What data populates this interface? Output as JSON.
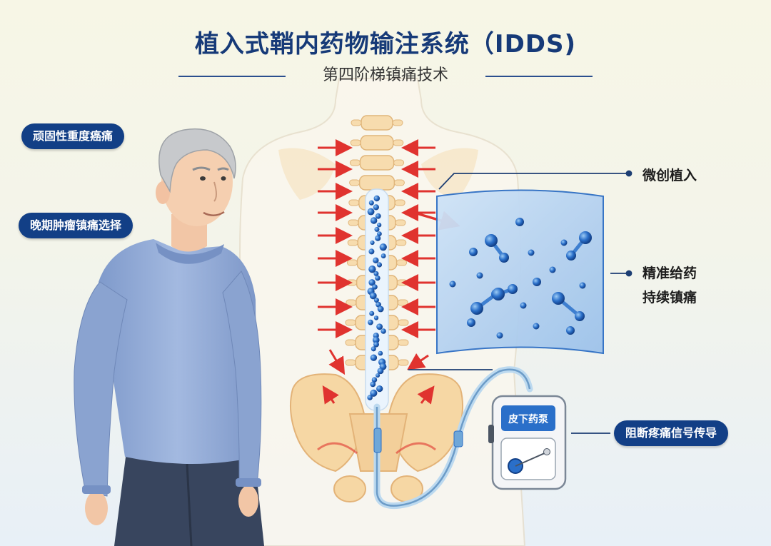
{
  "title": "植入式鞘内药物输注系统（IDDS)",
  "subtitle": "第四阶梯镇痛技术",
  "tags": {
    "refractory_pain": "顽固性重度癌痛",
    "late_stage": "晚期肿瘤镇痛选择",
    "block_signal": "阻断疼痛信号传导"
  },
  "callouts": {
    "minimally_invasive": "微创植入",
    "precise_dosing": "精准给药",
    "continuous_relief": "持续镇痛"
  },
  "pump": {
    "label": "皮下药泵"
  },
  "colors": {
    "navy": "#123f86",
    "arrow_red": "#e0332f",
    "bone": "#f7dcae",
    "drug_blue": "#2a6fc9",
    "panel_blue": "#b9d6f3",
    "shirt": "#8fa9d4",
    "pants": "#38455e"
  }
}
